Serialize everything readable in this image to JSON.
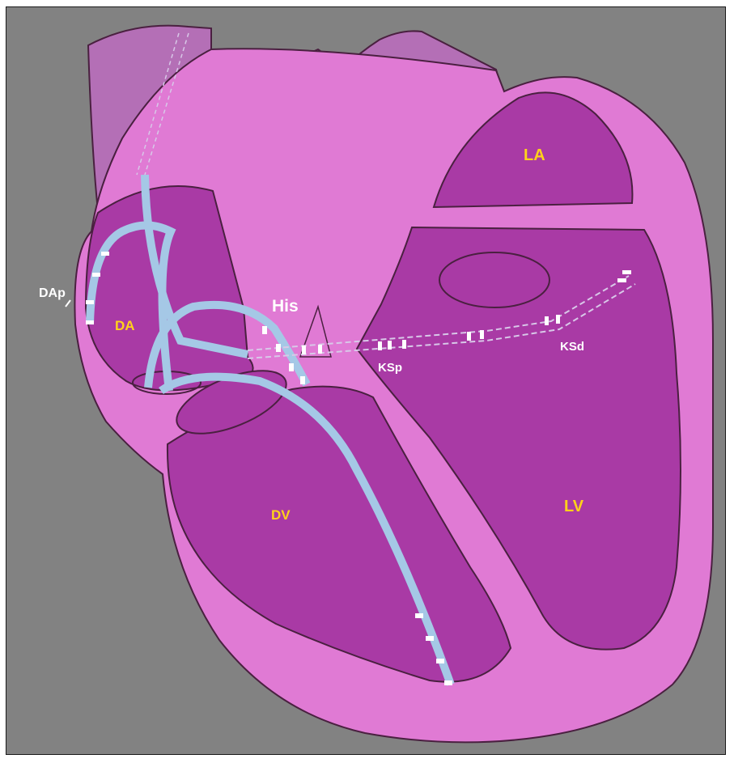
{
  "labels": {
    "la": "LA",
    "lv": "LV",
    "da": "DA",
    "dv": "DV",
    "his": "His",
    "ksp": "KSp",
    "ksd": "KSd",
    "dap": "DAp"
  },
  "colors": {
    "background": "#828282",
    "wall": "#e07ad4",
    "chamber": "#a93aa5",
    "vessel": "#b46fb6",
    "vessel_dark": "#9b4c9d",
    "outline": "#4a2040",
    "catheter": "#a5c8e6",
    "electrode": "#ffffff",
    "chamber_label": "#ffd21a",
    "marker_label": "#ffffff"
  }
}
